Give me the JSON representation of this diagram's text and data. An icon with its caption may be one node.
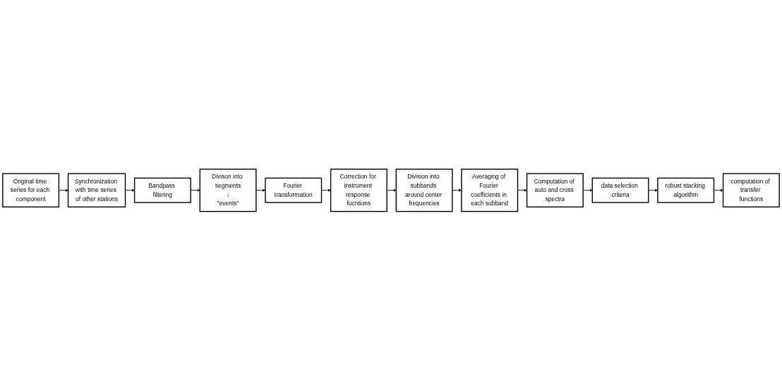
{
  "diagram": {
    "nodes": [
      {
        "text": [
          "Original time series for each component"
        ]
      },
      {
        "text": [
          "Synchronization with time series of other stations"
        ]
      },
      {
        "text": [
          "Bandpass filtering"
        ]
      },
      {
        "text": [
          "Divison into segments",
          "↓",
          "\"events\""
        ]
      },
      {
        "text": [
          "Fourier transformation"
        ]
      },
      {
        "text": [
          "Correction for instrument response fucntions"
        ]
      },
      {
        "text": [
          "Division into subbands around center frequencies"
        ]
      },
      {
        "text": [
          "Averaging of Fourier coefficients in each subband"
        ]
      },
      {
        "text": [
          "Computation of auto and cross spectra"
        ]
      },
      {
        "text": [
          "data selection criteria"
        ]
      },
      {
        "text": [
          "robust stacking algorithm"
        ]
      },
      {
        "text": [
          "computation of transfer functions"
        ]
      }
    ],
    "edges": [
      {
        "from": 0,
        "to": 1,
        "arrow": "to"
      },
      {
        "from": 1,
        "to": 2,
        "arrow": "to"
      },
      {
        "from": 2,
        "to": 3,
        "arrow": "to"
      },
      {
        "from": 3,
        "to": 4,
        "arrow": "to"
      },
      {
        "from": 4,
        "to": 5,
        "arrow": "to"
      },
      {
        "from": 5,
        "to": 6,
        "arrow": "to"
      },
      {
        "from": 6,
        "to": 7,
        "arrow": "to"
      },
      {
        "from": 7,
        "to": 8,
        "arrow": "to"
      },
      {
        "from": 8,
        "to": 9,
        "arrow": "to"
      },
      {
        "from": 9,
        "to": 10,
        "arrow": "to"
      },
      {
        "from": 10,
        "to": 11,
        "arrow": "to"
      }
    ]
  }
}
